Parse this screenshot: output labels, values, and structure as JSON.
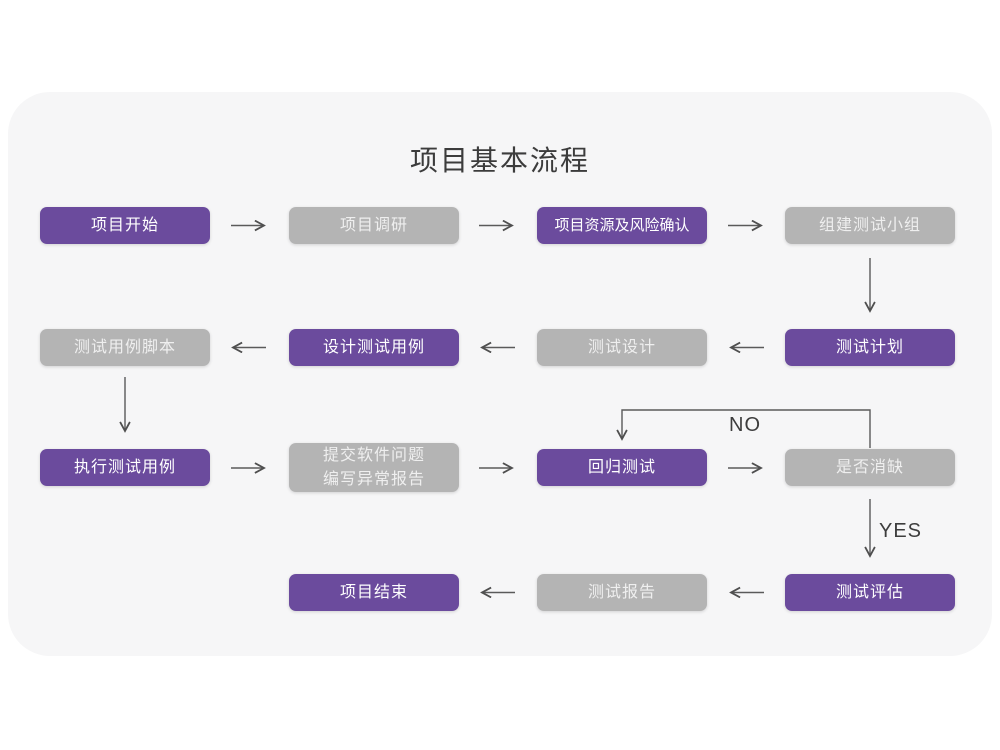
{
  "title": "项目基本流程",
  "edge_labels": {
    "no": "NO",
    "yes": "YES"
  },
  "colors": {
    "purple_node": "#6B4B9D",
    "gray_node": "#B4B4B4",
    "card_background": "#F6F6F7",
    "arrow": "#5A5A5A",
    "title_text": "#3C3C3C"
  },
  "nodes": [
    {
      "text": "项目开始",
      "variant": "purple"
    },
    {
      "text": "项目调研",
      "variant": "gray"
    },
    {
      "text": "项目资源及风险确认",
      "variant": "purple"
    },
    {
      "text": "组建测试小组",
      "variant": "gray"
    },
    {
      "text": "测试计划",
      "variant": "purple"
    },
    {
      "text": "测试设计",
      "variant": "gray"
    },
    {
      "text": "设计测试用例",
      "variant": "purple"
    },
    {
      "text": "测试用例脚本",
      "variant": "gray"
    },
    {
      "text": "执行测试用例",
      "variant": "purple"
    },
    {
      "text": "提交软件问题\n编写异常报告",
      "variant": "gray"
    },
    {
      "text": "回归测试",
      "variant": "purple"
    },
    {
      "text": "是否消缺",
      "variant": "gray"
    },
    {
      "text": "测试评估",
      "variant": "purple"
    },
    {
      "text": "测试报告",
      "variant": "gray"
    },
    {
      "text": "项目结束",
      "variant": "purple"
    }
  ]
}
